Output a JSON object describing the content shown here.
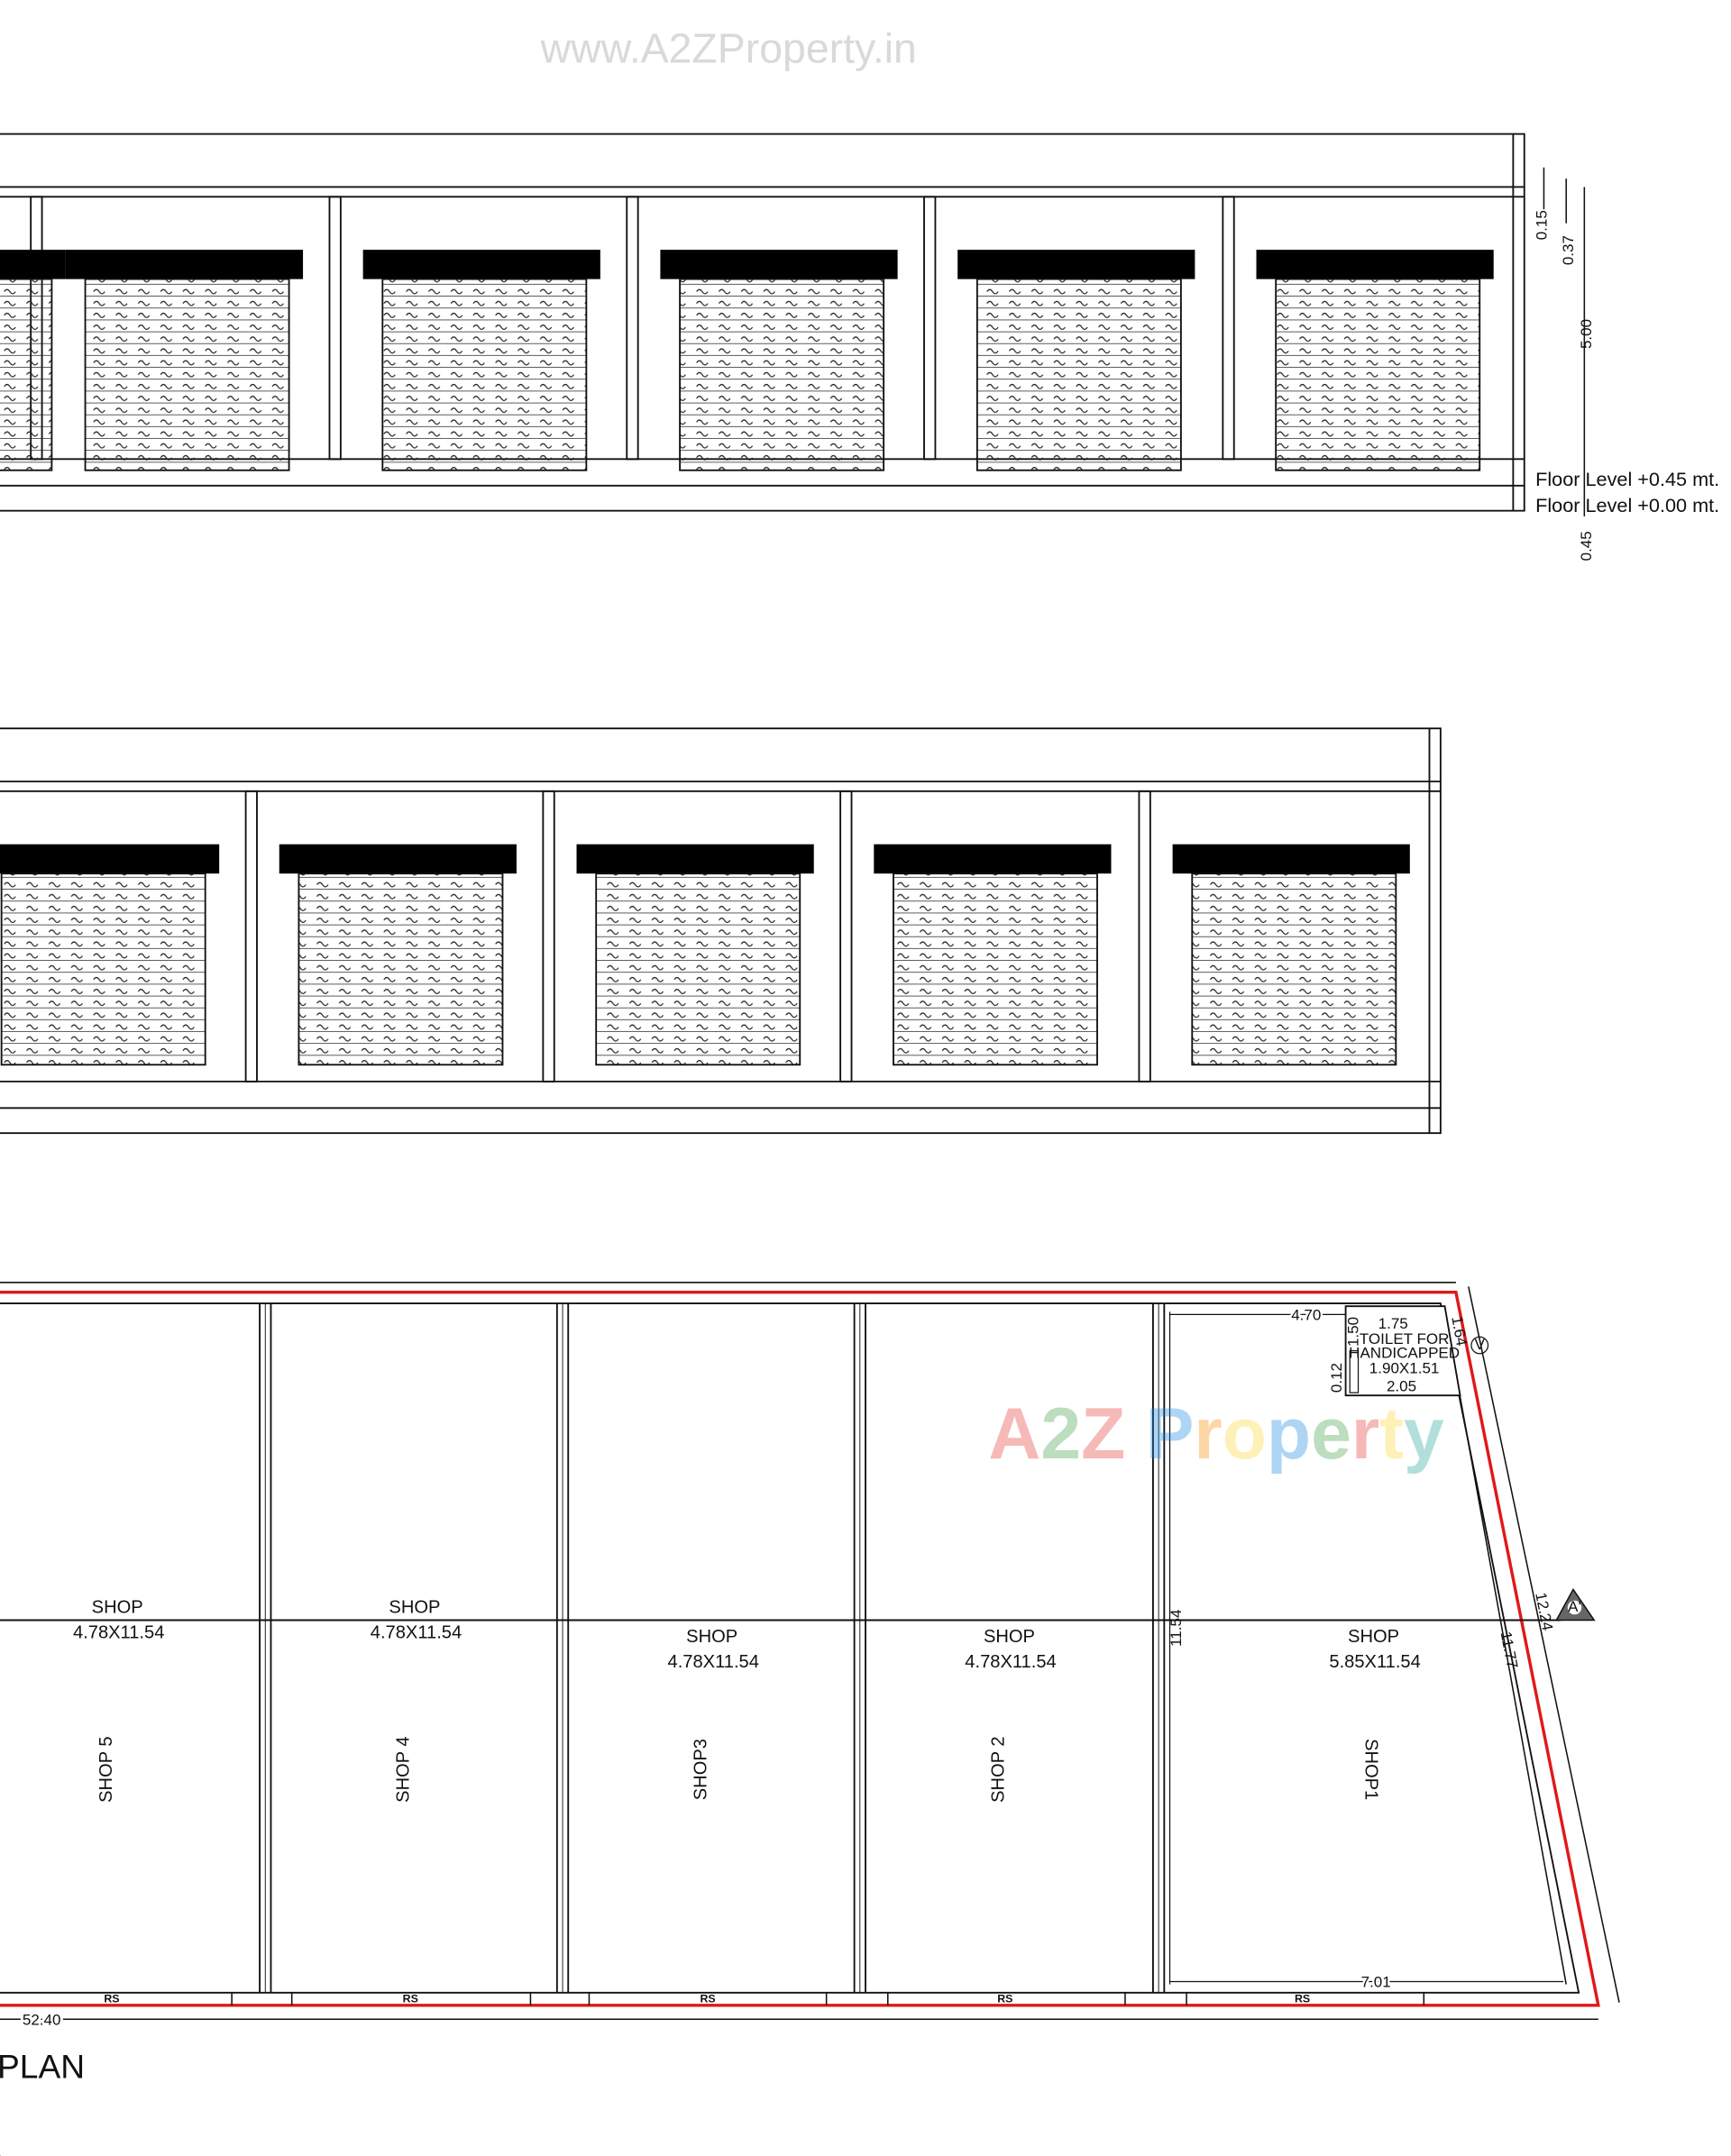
{
  "watermark": "www.A2ZProperty.in",
  "logo_watermark": "A2Z Property",
  "elevation": {
    "dims": [
      "0.15",
      "0.37",
      "5.00",
      "0.45"
    ],
    "floor_levels": [
      "Floor Level +0.45 mt.",
      "Floor Level +0.00 mt."
    ]
  },
  "plan": {
    "title": "PLAN",
    "partial_text": ")",
    "overall_width": "52.40",
    "right_dims": [
      "11.54",
      "11.77",
      "12.24"
    ],
    "top_dim": "4.70",
    "bottom_dim": "7.01",
    "section_marker": "A'",
    "section_marker_top": "V",
    "toilet": {
      "line1": "TOILET FOR",
      "line2": "HANDICAPPED",
      "size": "1.90X1.51",
      "dims": [
        "1.75",
        "1.50",
        "2.05",
        "1.64",
        "0.12"
      ]
    },
    "rs_label": "RS",
    "shops": [
      {
        "label": "SHOP",
        "size": "4.78X11.54",
        "name": "SHOP 5"
      },
      {
        "label": "SHOP",
        "size": "4.78X11.54",
        "name": "SHOP 4"
      },
      {
        "label": "SHOP",
        "size": "4.78X11.54",
        "name": "SHOP3"
      },
      {
        "label": "SHOP",
        "size": "4.78X11.54",
        "name": "SHOP 2"
      },
      {
        "label": "SHOP",
        "size": "5.85X11.54",
        "name": "SHOP1"
      }
    ]
  },
  "colors": {
    "boundary": "#e01818",
    "line": "#111111"
  }
}
